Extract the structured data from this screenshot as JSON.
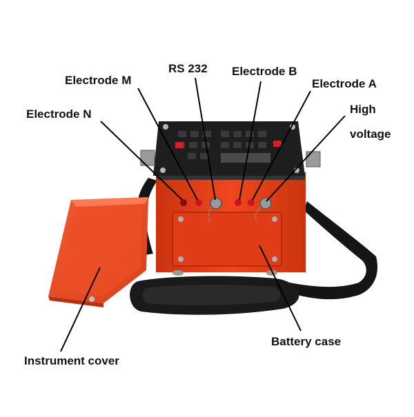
{
  "labels": {
    "rs232": "RS 232",
    "electrode_m": "Electrode M",
    "electrode_b": "Electrode B",
    "electrode_a": "Electrode A",
    "electrode_n": "Electrode N",
    "high_voltage_line1": "High",
    "high_voltage_line2": "voltage",
    "battery_case": "Battery case",
    "instrument_cover": "Instrument cover"
  },
  "colors": {
    "case_orange": "#e8401c",
    "panel_black": "#1e1e1e",
    "terminal_red": "#c8141e",
    "strap_black": "#151515",
    "leader_line": "#000000"
  }
}
